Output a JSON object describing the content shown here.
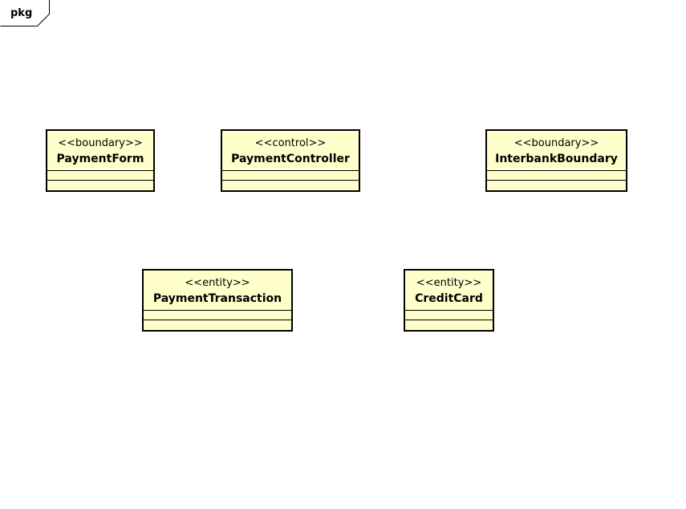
{
  "package": {
    "label": "pkg"
  },
  "classes": [
    {
      "stereotype": "<<boundary>>",
      "name": "PaymentForm"
    },
    {
      "stereotype": "<<control>>",
      "name": "PaymentController"
    },
    {
      "stereotype": "<<boundary>>",
      "name": "InterbankBoundary"
    },
    {
      "stereotype": "<<entity>>",
      "name": "PaymentTransaction"
    },
    {
      "stereotype": "<<entity>>",
      "name": "CreditCard"
    }
  ],
  "colors": {
    "class_fill": "#ffffcc",
    "border": "#000000",
    "background": "#ffffff"
  }
}
